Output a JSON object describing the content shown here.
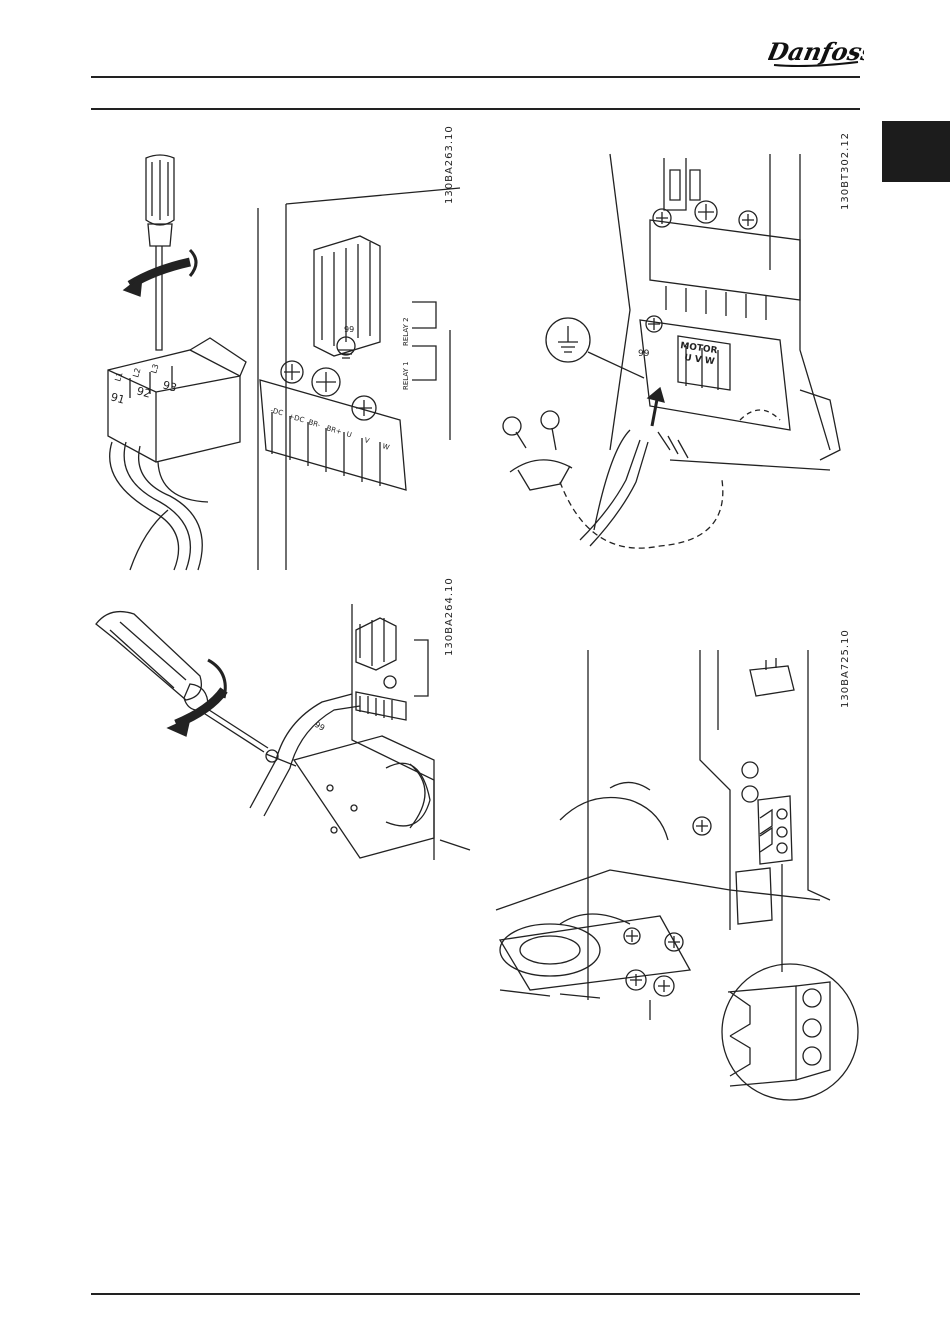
{
  "header": {
    "brand": "Danfoss"
  },
  "figures": {
    "fig1": {
      "id": "130BA263.10",
      "terminals": [
        "91",
        "92",
        "93",
        "L1",
        "L2",
        "L3"
      ],
      "relay1": "RELAY 1",
      "relay2": "RELAY 2",
      "ground_no": "99",
      "bus_labels": [
        "-DC",
        "+DC",
        "BR-",
        "BR+",
        "U",
        "V",
        "W"
      ]
    },
    "fig2": {
      "id": "130BT302.12",
      "ground_no": "99",
      "motor": "MOTOR",
      "uvw": "U V W"
    },
    "fig3": {
      "id": "130BA264.10",
      "ground_no": "99"
    },
    "fig4": {
      "id": "130BA725.10"
    }
  }
}
